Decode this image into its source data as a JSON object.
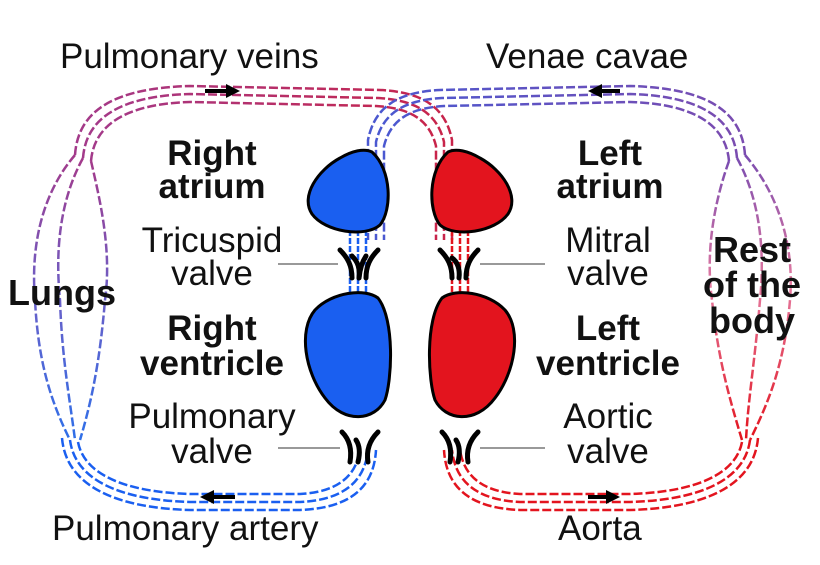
{
  "labels": {
    "pulmonary_veins": "Pulmonary veins",
    "venae_cavae": "Venae cavae",
    "pulmonary_artery": "Pulmonary artery",
    "aorta": "Aorta",
    "lungs": "Lungs",
    "rest_line1": "Rest",
    "rest_line2": "of the",
    "rest_line3": "body",
    "right_atrium_line1": "Right",
    "right_atrium_line2": "atrium",
    "left_atrium_line1": "Left",
    "left_atrium_line2": "atrium",
    "right_ventricle_line1": "Right",
    "right_ventricle_line2": "ventricle",
    "left_ventricle_line1": "Left",
    "left_ventricle_line2": "ventricle",
    "tricuspid_line1": "Tricuspid",
    "tricuspid_line2": "valve",
    "mitral_line1": "Mitral",
    "mitral_line2": "valve",
    "pulmonary_valve_line1": "Pulmonary",
    "pulmonary_valve_line2": "valve",
    "aortic_line1": "Aortic",
    "aortic_line2": "valve"
  },
  "colors": {
    "deoxygenated": "#1a5ff0",
    "oxygenated": "#e3141e",
    "vein_mixed": "#c0285a",
    "cava_mixed": "#6b4cb8",
    "outline": "#000000",
    "pointer": "#999999"
  },
  "icons": [
    "arrow-right-icon",
    "arrow-left-icon",
    "valve-icon"
  ]
}
